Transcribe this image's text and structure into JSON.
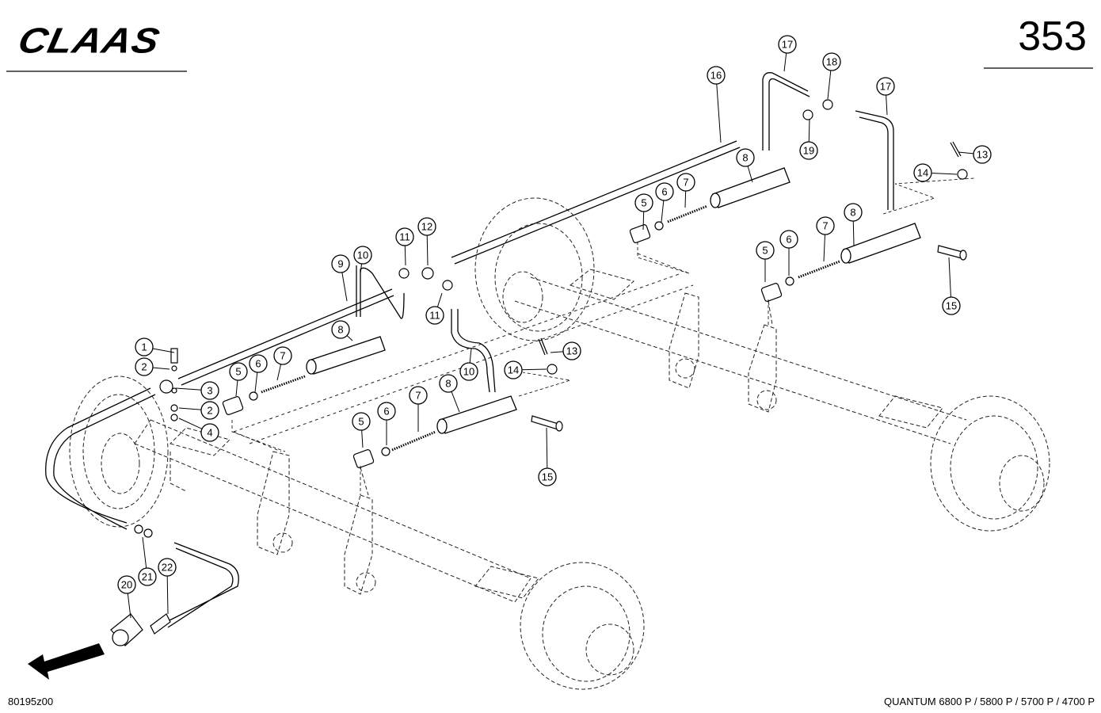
{
  "header": {
    "logo": "CLAAS",
    "page_number": "353"
  },
  "footer": {
    "drawing_code": "80195z00",
    "model_line": "QUANTUM 6800 P / 5800 P / 5700 P / 4700 P"
  },
  "callouts": [
    {
      "label": "1"
    },
    {
      "label": "2"
    },
    {
      "label": "3"
    },
    {
      "label": "2"
    },
    {
      "label": "4"
    },
    {
      "label": "5"
    },
    {
      "label": "6"
    },
    {
      "label": "7"
    },
    {
      "label": "8"
    },
    {
      "label": "9"
    },
    {
      "label": "10"
    },
    {
      "label": "11"
    },
    {
      "label": "12"
    },
    {
      "label": "11"
    },
    {
      "label": "10"
    },
    {
      "label": "13"
    },
    {
      "label": "14"
    },
    {
      "label": "5"
    },
    {
      "label": "6"
    },
    {
      "label": "7"
    },
    {
      "label": "8"
    },
    {
      "label": "15"
    },
    {
      "label": "16"
    },
    {
      "label": "17"
    },
    {
      "label": "18"
    },
    {
      "label": "19"
    },
    {
      "label": "17"
    },
    {
      "label": "8"
    },
    {
      "label": "5"
    },
    {
      "label": "6"
    },
    {
      "label": "7"
    },
    {
      "label": "13"
    },
    {
      "label": "14"
    },
    {
      "label": "5"
    },
    {
      "label": "6"
    },
    {
      "label": "7"
    },
    {
      "label": "8"
    },
    {
      "label": "15"
    },
    {
      "label": "20"
    },
    {
      "label": "21"
    },
    {
      "label": "22"
    }
  ]
}
